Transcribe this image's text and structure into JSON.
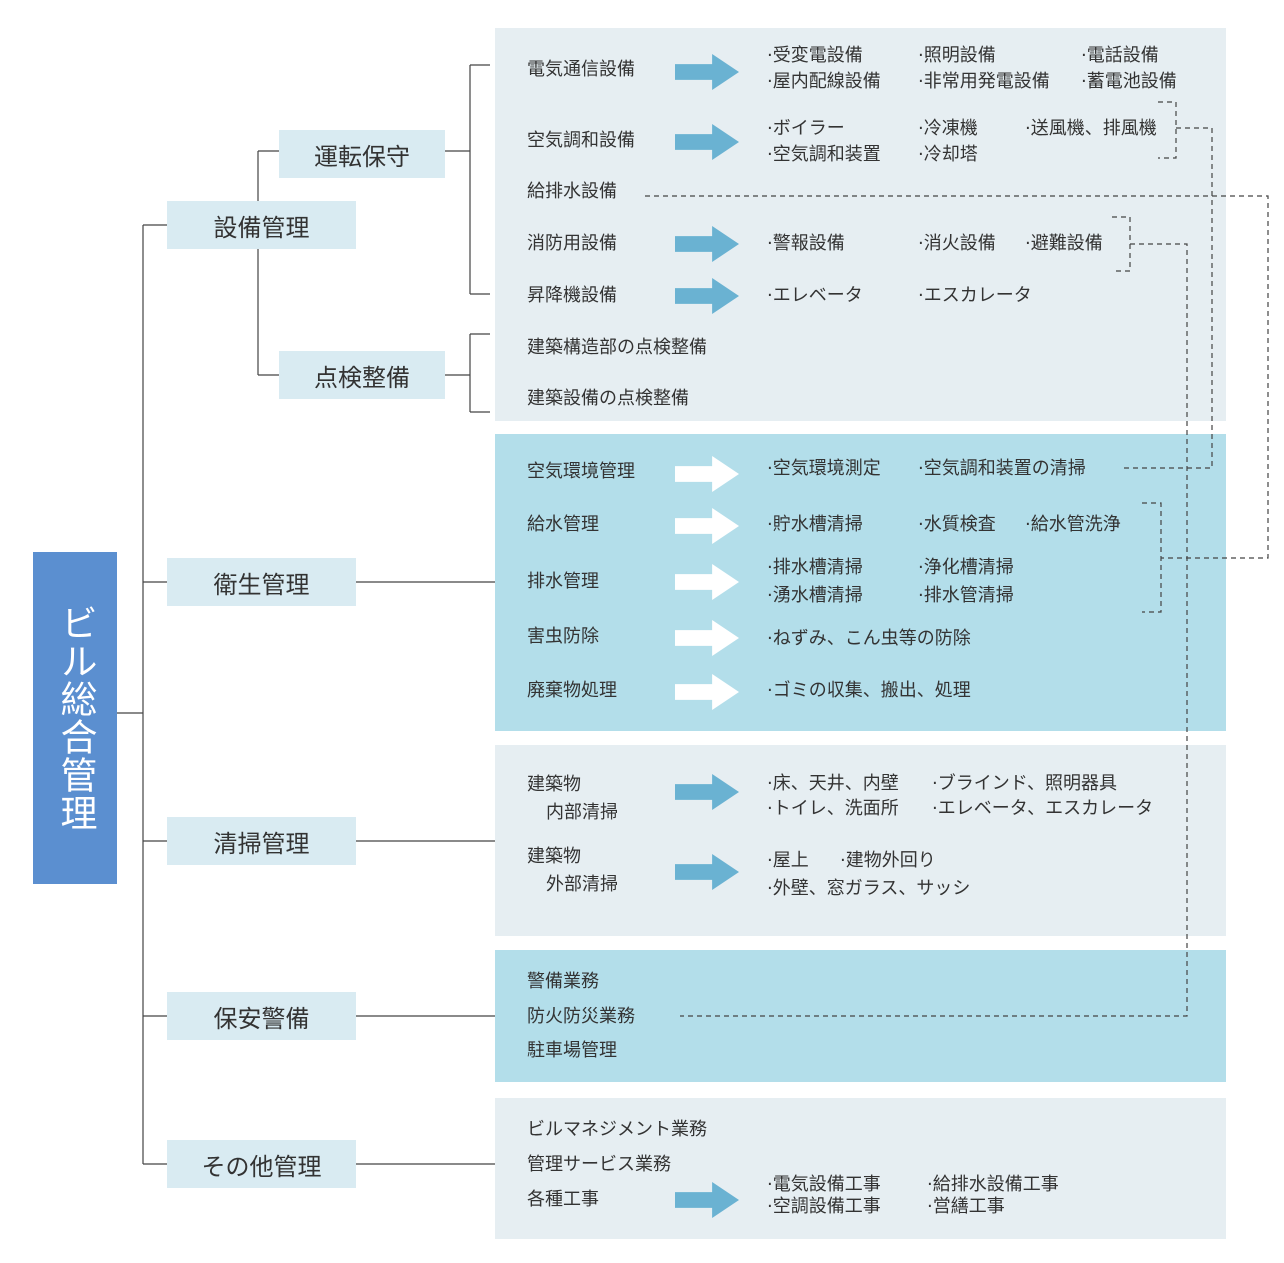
{
  "root": {
    "label": "ビル総合管理"
  },
  "categories": {
    "facility": "設備管理",
    "operation": "運転保守",
    "inspection": "点検整備",
    "sanitation": "衛生管理",
    "cleaning": "清掃管理",
    "security": "保安警備",
    "other": "その他管理"
  },
  "operation_items": [
    {
      "label": "電気通信設備",
      "details": [
        "·受変電設備",
        "·照明設備",
        "·電話設備",
        "·屋内配線設備",
        "·非常用発電設備",
        "·蓄電池設備"
      ]
    },
    {
      "label": "空気調和設備",
      "details": [
        "·ボイラー",
        "·冷凍機",
        "·送風機、排風機",
        "·空気調和装置",
        "·冷却塔"
      ]
    },
    {
      "label": "給排水設備",
      "details": []
    },
    {
      "label": "消防用設備",
      "details": [
        "·警報設備",
        "·消火設備",
        "·避難設備"
      ]
    },
    {
      "label": "昇降機設備",
      "details": [
        "·エレベータ",
        "·エスカレータ"
      ]
    }
  ],
  "inspection_items": [
    "建築構造部の点検整備",
    "建築設備の点検整備"
  ],
  "sanitation_items": [
    {
      "label": "空気環境管理",
      "details": [
        "·空気環境測定",
        "·空気調和装置の清掃"
      ]
    },
    {
      "label": "給水管理",
      "details": [
        "·貯水槽清掃",
        "·水質検査",
        "·給水管洗浄"
      ]
    },
    {
      "label": "排水管理",
      "details": [
        "·排水槽清掃",
        "·浄化槽清掃",
        "·湧水槽清掃",
        "·排水管清掃"
      ]
    },
    {
      "label": "害虫防除",
      "details": [
        "·ねずみ、こん虫等の防除"
      ]
    },
    {
      "label": "廃棄物処理",
      "details": [
        "·ゴミの収集、搬出、処理"
      ]
    }
  ],
  "cleaning_items": [
    {
      "label_line1": "建築物",
      "label_line2": "内部清掃",
      "details": [
        "·床、天井、内壁",
        "·ブラインド、照明器具",
        "·トイレ、洗面所",
        "·エレベータ、エスカレータ"
      ]
    },
    {
      "label_line1": "建築物",
      "label_line2": "外部清掃",
      "details": [
        "·屋上",
        "·建物外回り",
        "·外壁、窓ガラス、サッシ"
      ]
    }
  ],
  "security_items": [
    "警備業務",
    "防火防災業務",
    "駐車場管理"
  ],
  "other_items": {
    "items": [
      "ビルマネジメント業務",
      "管理サービス業務",
      "各種工事"
    ],
    "details": [
      "·電気設備工事",
      "·給排水設備工事",
      "·空調設備工事",
      "·営繕工事"
    ]
  },
  "colors": {
    "root_fill": "#5b8fd0",
    "category_fill": "#d9ebf2",
    "panel_grey": "#e6eef2",
    "panel_blue": "#b3deea",
    "arrow_teal": "#6ab2d2",
    "arrow_white": "#ffffff",
    "line": "#444444"
  }
}
